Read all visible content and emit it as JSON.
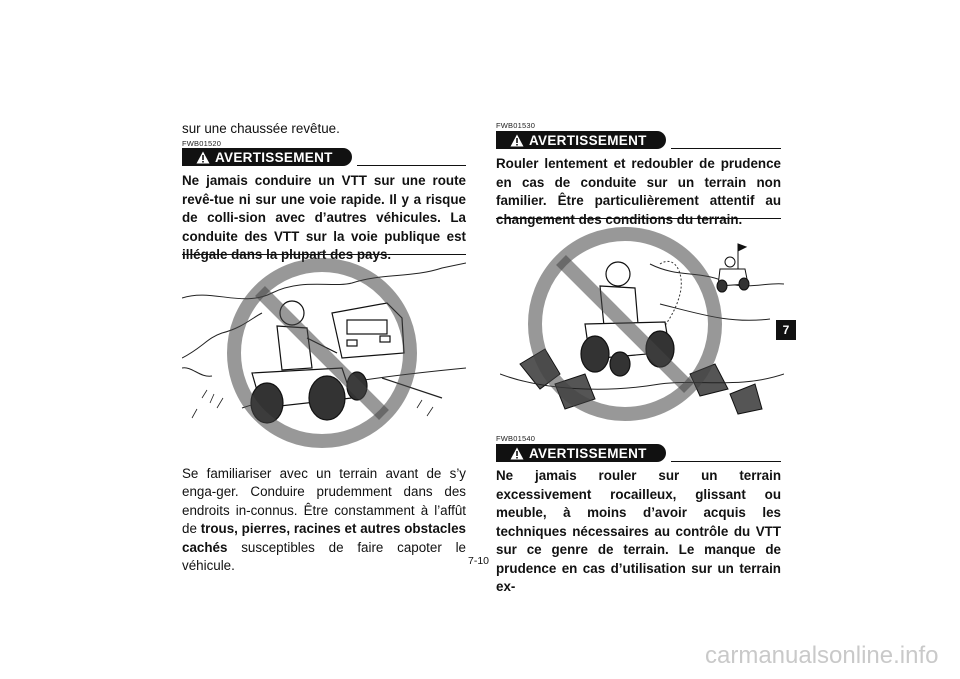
{
  "left": {
    "intro": "sur une chaussée revêtue.",
    "warning1": {
      "code": "FWB01520",
      "title": "AVERTISSEMENT",
      "text": "Ne jamais conduire un VTT sur une route revê-tue ni sur une voie rapide. Il y a risque de colli-sion avec d’autres véhicules. La conduite des VTT sur la voie publique est illégale dans la plupart des pays."
    },
    "paragraph": {
      "text": "Se familiariser avec un terrain avant de s’y enga-ger. Conduire prudemment dans des endroits in-connus. Être constamment à l’affût de ",
      "bold": "trous, pierres, racines et autres obstacles cachés",
      "end": " susceptibles de faire capoter le véhicule."
    }
  },
  "right": {
    "warning2": {
      "code": "FWB01530",
      "title": "AVERTISSEMENT",
      "text": "Rouler lentement et redoubler de prudence en cas de conduite sur un terrain non familier. Être particulièrement attentif au changement des conditions du terrain."
    },
    "warning3": {
      "code": "FWB01540",
      "title": "AVERTISSEMENT",
      "text": "Ne jamais rouler sur un terrain excessivement rocailleux, glissant ou meuble, à moins d’avoir acquis les techniques nécessaires au contrôle du VTT sur ce genre de terrain. Le manque de prudence en cas d’utilisation sur un terrain ex-"
    }
  },
  "page_number": "7-10",
  "chapter_tab": "7",
  "watermark": "carmanualsonline.info"
}
